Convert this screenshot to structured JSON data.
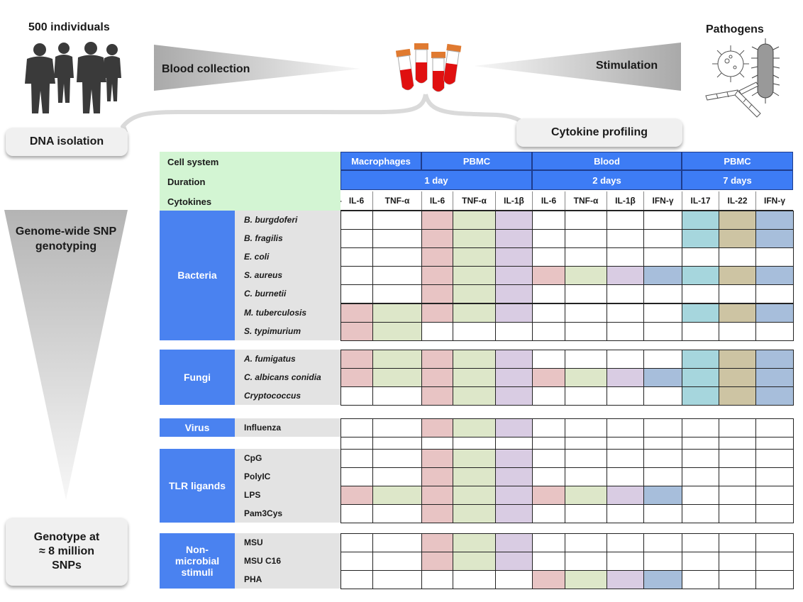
{
  "top": {
    "individuals": "500 individuals",
    "blood_collection": "Blood collection",
    "stimulation": "Stimulation",
    "pathogens": "Pathogens",
    "dna_isolation": "DNA isolation",
    "cytokine_profiling": "Cytokine profiling",
    "snp_genotyping": "Genome-wide SNP genotyping",
    "genotype_line1": "Genotype at",
    "genotype_line2": "≈ 8 million",
    "genotype_line3": "SNPs"
  },
  "row_labels": {
    "cell_system": "Cell system",
    "duration": "Duration",
    "cytokines": "Cytokines"
  },
  "cell_systems": [
    "Macrophages",
    "PBMC",
    "Blood",
    "PBMC"
  ],
  "durations": [
    "1 day",
    "2 days",
    "7 days"
  ],
  "cytokines": [
    "IL-6",
    "TNF-α",
    "IL-6",
    "TNF-α",
    "IL-1β",
    "IL-6",
    "TNF-α",
    "IL-1β",
    "IFN-γ",
    "IL-17",
    "IL-22",
    "IFN-γ"
  ],
  "groups": [
    {
      "name": "Bacteria",
      "items": [
        "B. burgdoferi",
        "B. fragilis",
        "E. coli",
        "S. aureus",
        "C. burnetii",
        "M. tuberculosis",
        "S. typimurium"
      ]
    },
    {
      "name": "Fungi",
      "items": [
        "A. fumigatus",
        "C. albicans conidia",
        "Cryptococcus"
      ]
    },
    {
      "name": "Virus",
      "items": [
        "Influenza"
      ]
    },
    {
      "name": "TLR ligands",
      "items": [
        "CpG",
        "PolyIC",
        "LPS",
        "Pam3Cys"
      ]
    },
    {
      "name": "Non-microbial stimuli",
      "items": [
        "MSU",
        "MSU C16",
        "PHA"
      ]
    }
  ],
  "colors": {
    "header_blue": "#3d7cf5",
    "group_blue": "#4a82f0",
    "green_label": "#d3f5d3",
    "item_gray": "#e3e3e3",
    "col_colors": [
      "#e8c4c4",
      "#dde7c9",
      "#e8c4c4",
      "#dde7c9",
      "#d9cce3",
      "#e8c4c4",
      "#dde7c9",
      "#d9cce3",
      "#a7bedb",
      "#a6d6dd",
      "#cdc4a3",
      "#a7bedb"
    ]
  },
  "matrix": [
    [
      [
        0,
        0,
        1,
        1,
        1,
        0,
        0,
        0,
        0,
        1,
        1,
        1
      ],
      [
        0,
        0,
        1,
        1,
        1,
        0,
        0,
        0,
        0,
        1,
        1,
        1
      ],
      [
        0,
        0,
        1,
        1,
        1,
        0,
        0,
        0,
        0,
        0,
        0,
        0
      ],
      [
        0,
        0,
        1,
        1,
        1,
        1,
        1,
        1,
        1,
        1,
        1,
        1
      ],
      [
        0,
        0,
        1,
        1,
        1,
        0,
        0,
        0,
        0,
        0,
        0,
        0
      ],
      [
        1,
        1,
        1,
        1,
        1,
        0,
        0,
        0,
        0,
        1,
        1,
        1
      ],
      [
        1,
        1,
        0,
        0,
        0,
        0,
        0,
        0,
        0,
        0,
        0,
        0
      ]
    ],
    [
      [
        1,
        1,
        1,
        1,
        1,
        0,
        0,
        0,
        0,
        1,
        1,
        1
      ],
      [
        1,
        1,
        1,
        1,
        1,
        1,
        1,
        1,
        1,
        1,
        1,
        1
      ],
      [
        0,
        0,
        1,
        1,
        1,
        0,
        0,
        0,
        0,
        1,
        1,
        1
      ]
    ],
    [
      [
        0,
        0,
        1,
        1,
        1,
        0,
        0,
        0,
        0,
        0,
        0,
        0
      ],
      [
        0,
        0,
        0,
        0,
        0,
        0,
        0,
        0,
        0,
        0,
        0,
        0
      ]
    ],
    [
      [
        0,
        0,
        1,
        1,
        1,
        0,
        0,
        0,
        0,
        0,
        0,
        0
      ],
      [
        0,
        0,
        1,
        1,
        1,
        0,
        0,
        0,
        0,
        0,
        0,
        0
      ],
      [
        1,
        1,
        1,
        1,
        1,
        1,
        1,
        1,
        1,
        0,
        0,
        0
      ],
      [
        0,
        0,
        1,
        1,
        1,
        0,
        0,
        0,
        0,
        0,
        0,
        0
      ]
    ],
    [
      [
        0,
        0,
        1,
        1,
        1,
        0,
        0,
        0,
        0,
        0,
        0,
        0
      ],
      [
        0,
        0,
        1,
        1,
        1,
        0,
        0,
        0,
        0,
        0,
        0,
        0
      ],
      [
        0,
        0,
        0,
        0,
        0,
        1,
        1,
        1,
        1,
        0,
        0,
        0
      ]
    ]
  ]
}
